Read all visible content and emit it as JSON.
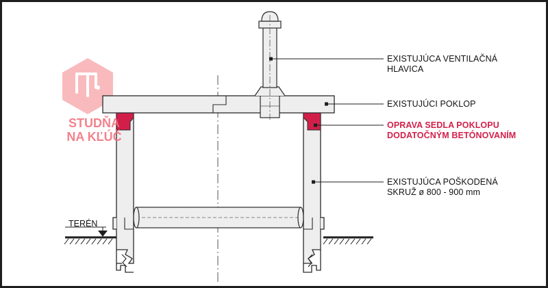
{
  "logo": {
    "line1": "STUDŇA",
    "line2": "NA KĽÚČ",
    "color": "#f06d7a"
  },
  "labels": {
    "ventilation": [
      "EXISTUJÚCA VENTILAČNÁ",
      "HLAVICA"
    ],
    "cover": [
      "EXISTUJÚCI POKLOP"
    ],
    "repair": [
      "OPRAVA SEDLA POKLOPU",
      "DODATOČNÝM BETÓNOVANÍM"
    ],
    "ring": [
      "EXISTUJÚCA POŠKODENÁ",
      "SKRUŽ ø 800 - 900 mm"
    ],
    "terrain": "TERÉN"
  },
  "colors": {
    "concrete": "#eeeeee",
    "outline": "#2a2a2a",
    "repair": "#d21f4a",
    "frame": "#1e1e1e"
  }
}
